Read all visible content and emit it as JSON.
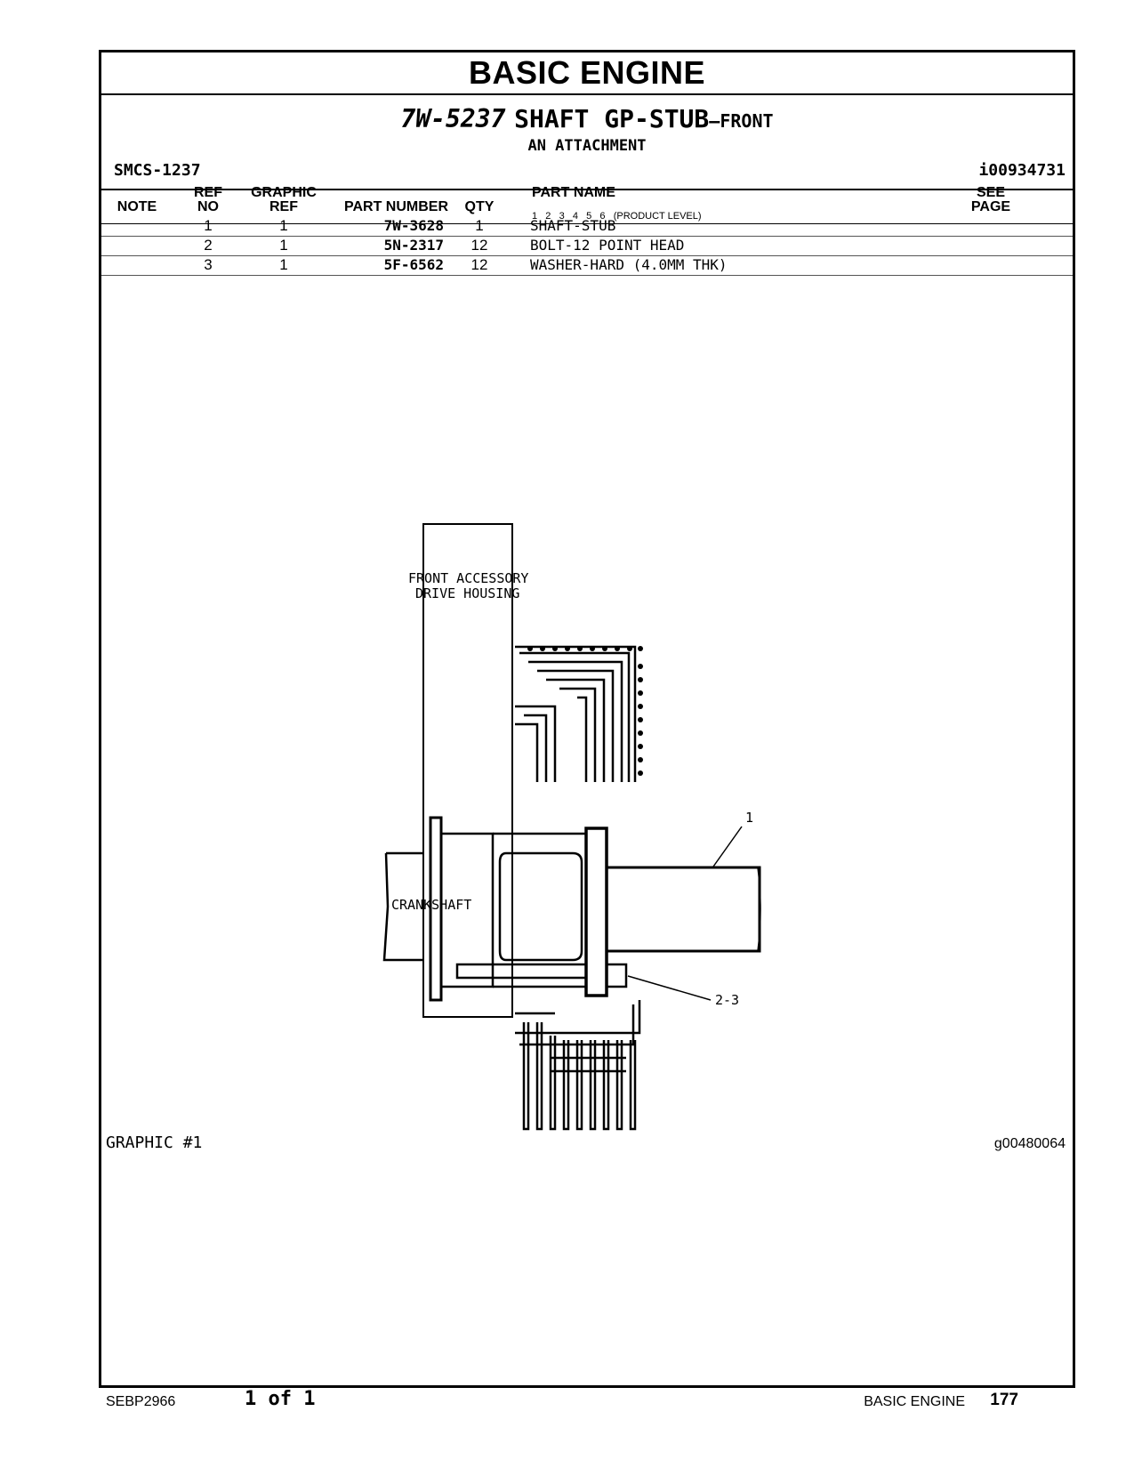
{
  "header": {
    "section_title": "BASIC ENGINE",
    "group_part_number": "7W-5237",
    "group_name": "SHAFT GP-STUB",
    "group_suffix": "—FRONT",
    "attachment": "AN ATTACHMENT",
    "smcs": "SMCS-1237",
    "doc_id": "i00934731"
  },
  "table": {
    "headers": {
      "note": "NOTE",
      "ref_no_1": "REF",
      "ref_no_2": "NO",
      "graphic_ref_1": "GRAPHIC",
      "graphic_ref_2": "REF",
      "part_number": "PART NUMBER",
      "qty": "QTY",
      "part_name": "PART NAME",
      "product_levels": "1   2   3   4   5   6   (PRODUCT LEVEL)",
      "see_page_1": "SEE",
      "see_page_2": "PAGE"
    },
    "rows": [
      {
        "ref": "1",
        "graphic": "1",
        "part": "7W-3628",
        "qty": "1",
        "name": "SHAFT-STUB"
      },
      {
        "ref": "2",
        "graphic": "1",
        "part": "5N-2317",
        "qty": "12",
        "name": "BOLT-12 POINT HEAD"
      },
      {
        "ref": "3",
        "graphic": "1",
        "part": "5F-6562",
        "qty": "12",
        "name": "WASHER-HARD (4.0MM THK)"
      }
    ]
  },
  "graphic": {
    "label": "GRAPHIC #1",
    "id": "g00480064",
    "callouts": {
      "housing_line1": "FRONT ACCESSORY",
      "housing_line2": "DRIVE HOUSING",
      "crankshaft": "CRANKSHAFT",
      "ref1": "1",
      "ref23": "2-3"
    }
  },
  "footer": {
    "doc_number": "SEBP2966",
    "page_of": "1 of 1",
    "section": "BASIC ENGINE",
    "page_number": "177"
  }
}
